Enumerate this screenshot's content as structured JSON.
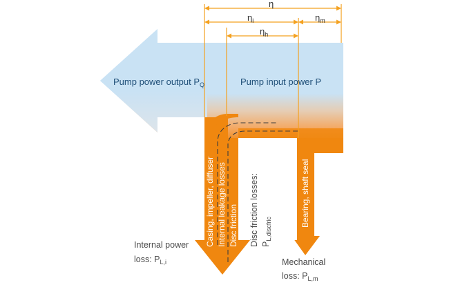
{
  "colors": {
    "power_blue": "#c9e2f4",
    "loss_orange": "#f0870f",
    "dimension_orange": "#f4a11f",
    "dashed_line": "#3d3d3d"
  },
  "efficiency_labels": {
    "eta": "η",
    "eta_i_base": "η",
    "eta_i_sub": "i",
    "eta_m_base": "η",
    "eta_m_sub": "m",
    "eta_h_base": "η",
    "eta_h_sub": "h"
  },
  "power_flow": {
    "output_label_text": "Pump power output  P",
    "output_label_sub": "Q",
    "input_label": "Pump input power P"
  },
  "loss_streams": {
    "casing": "Casing, impeller, diffuser",
    "leakage": "Internal leakage losses",
    "disc": "Disc friction",
    "bearing": "Bearing, shaft seal"
  },
  "loss_totals": {
    "internal_line1": "Internal power",
    "internal_line2": "loss:  P",
    "internal_sub": "L,i",
    "disc_line1": "Disc friction losses:",
    "disc_line2": "P",
    "disc_sub": "L,discfric",
    "mech_line1": "Mechanical",
    "mech_line2": "loss:  P",
    "mech_sub": "L,m"
  }
}
